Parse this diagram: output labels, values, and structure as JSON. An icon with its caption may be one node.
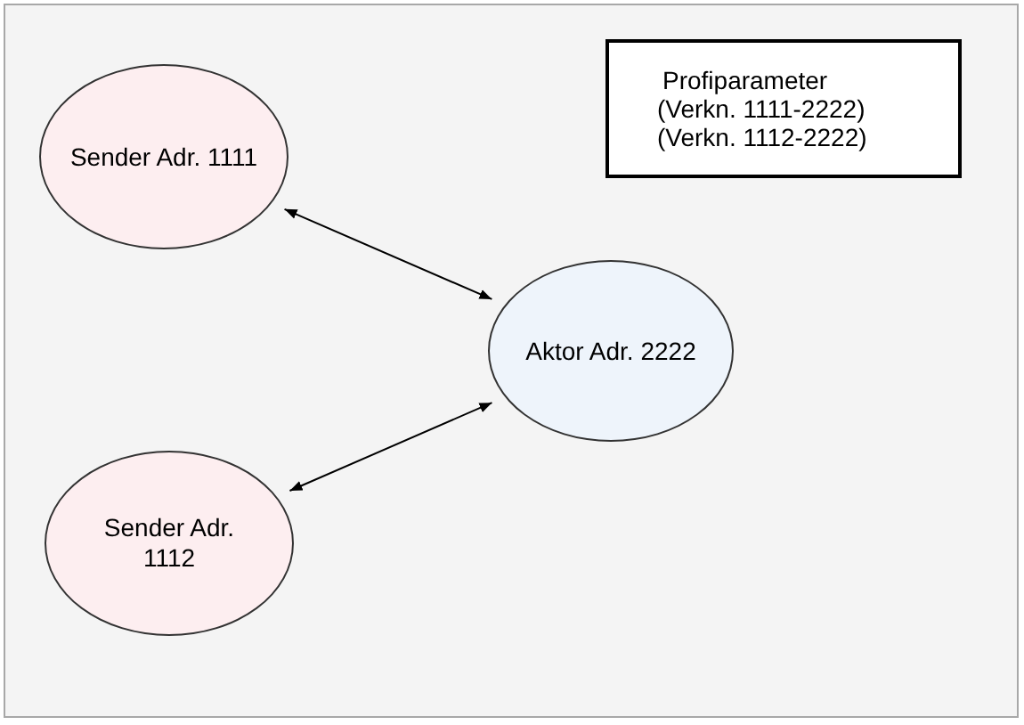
{
  "diagram": {
    "nodes": [
      {
        "text": [
          "Sender Adr. 1111"
        ]
      },
      {
        "text": [
          "Aktor Adr. 2222"
        ]
      },
      {
        "text": [
          "Sender Adr. 1112"
        ]
      },
      {
        "text": [
          "Profiparameter",
          "(Verkn. 1111-2222)",
          "(Verkn. 1112-2222)"
        ]
      }
    ],
    "edges": [
      {
        "from": 0,
        "to": 1,
        "arrow": "both"
      },
      {
        "from": 2,
        "to": 1,
        "arrow": "both"
      }
    ]
  }
}
